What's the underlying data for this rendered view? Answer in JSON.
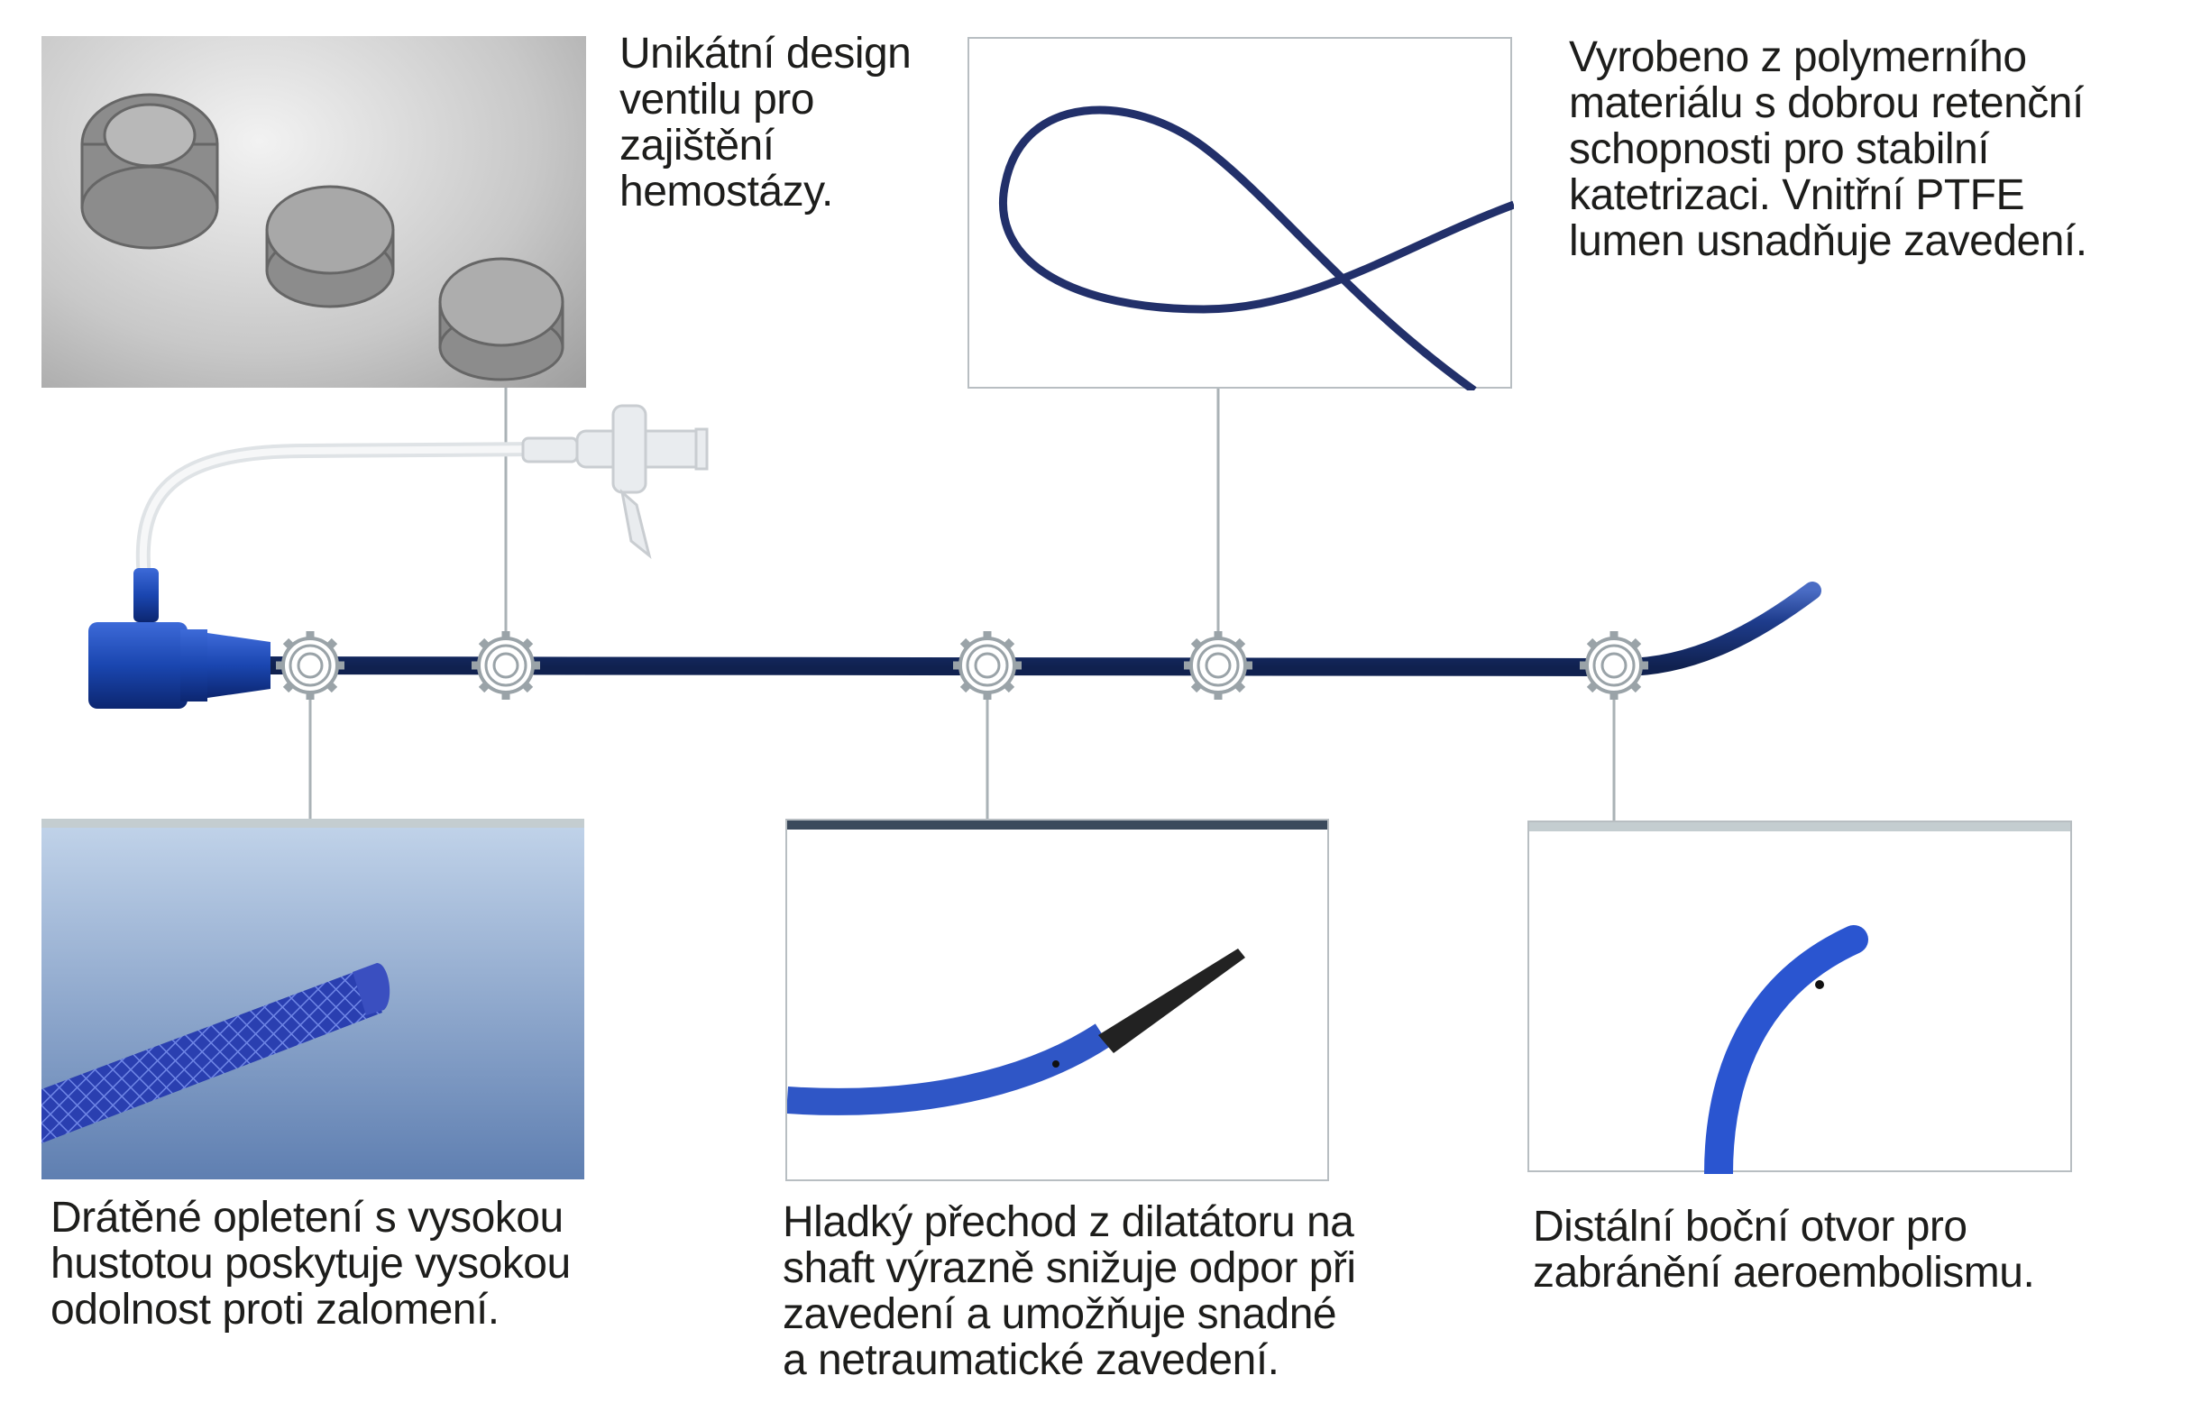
{
  "callouts": {
    "valve": {
      "lines": [
        "Unikátní design",
        "ventilu pro",
        "zajištění",
        "hemostázy."
      ]
    },
    "material": {
      "lines": [
        "Vyrobeno z polymerního",
        "materiálu s dobrou retenční",
        "schopnosti pro stabilní",
        "katetrizaci. Vnitřní PTFE",
        "lumen usnadňuje zavedení."
      ]
    },
    "braid": {
      "lines": [
        "Drátěné opletení s vysokou",
        "hustotou poskytuje vysokou",
        "odolnost proti zalomení."
      ]
    },
    "transition": {
      "lines": [
        "Hladký přechod z dilatátoru na",
        "shaft výrazně snižuje odpor při",
        "zavedení a umožňuje snadné",
        "a netraumatické zavedení."
      ]
    },
    "sidehole": {
      "lines": [
        "Distální boční otvor pro",
        "zabránění aeroembolismu."
      ]
    }
  },
  "colors": {
    "catheter": "#1f3f8f",
    "connector": "#8a8a8a",
    "panel_bar_dark": "#3b4a5c",
    "panel_bar_light": "#c4cdd0",
    "braid_bg": "#9fb7d6"
  }
}
